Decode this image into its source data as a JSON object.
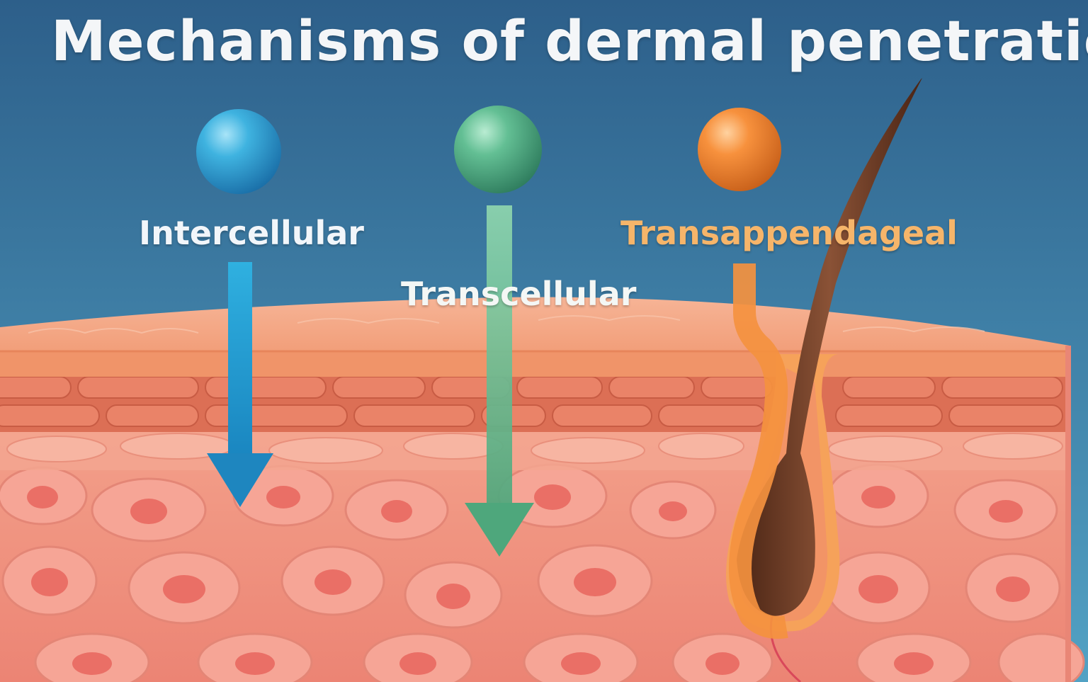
{
  "title": "Mechanisms of dermal penetration",
  "routes": [
    {
      "label": "Intercellular",
      "color": "#1f8fc8",
      "label_color": "#f2f6fa"
    },
    {
      "label": "Transcellular",
      "color": "#5ab58a",
      "label_color": "#f4f7f5"
    },
    {
      "label": "Transappendageal",
      "color": "#f4913f",
      "label_color": "#f6b56a"
    }
  ],
  "colors": {
    "sky_top": "#2d5f8a",
    "sky_bottom": "#4d9cc0",
    "skin_surface": "#f3a27c",
    "skin_layer": "#e27a5f",
    "skin_deep": "#f08f7c",
    "cell_nucleus": "#e86a62",
    "hair": "#6e3b22"
  },
  "icons": {
    "particle": "sphere",
    "arrow": "arrow-down",
    "hair": "hair-follicle"
  }
}
